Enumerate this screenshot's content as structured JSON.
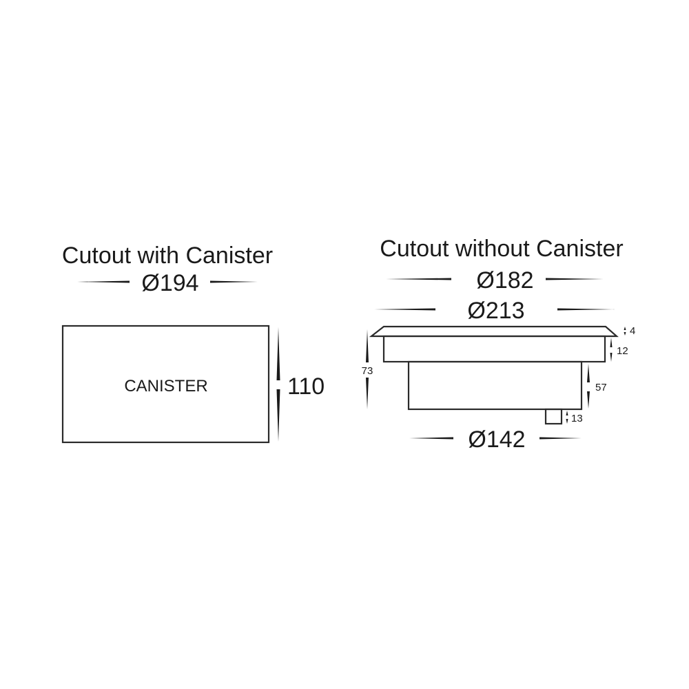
{
  "diagram": {
    "left_view": {
      "title": "Cutout with Canister",
      "diameter_label": "Ø194",
      "body_label": "CANISTER",
      "height_label": "110"
    },
    "right_view": {
      "title": "Cutout without Canister",
      "cutout_diameter_label": "Ø182",
      "flange_diameter_label": "Ø213",
      "body_diameter_label": "Ø142",
      "total_height_label": "73",
      "flange_thickness_label": "4",
      "upper_body_height_label": "12",
      "lower_body_height_label": "57",
      "gland_height_label": "13"
    },
    "colors": {
      "line": "#2a2a2a",
      "text": "#1a1a1a",
      "background": "#ffffff"
    }
  }
}
